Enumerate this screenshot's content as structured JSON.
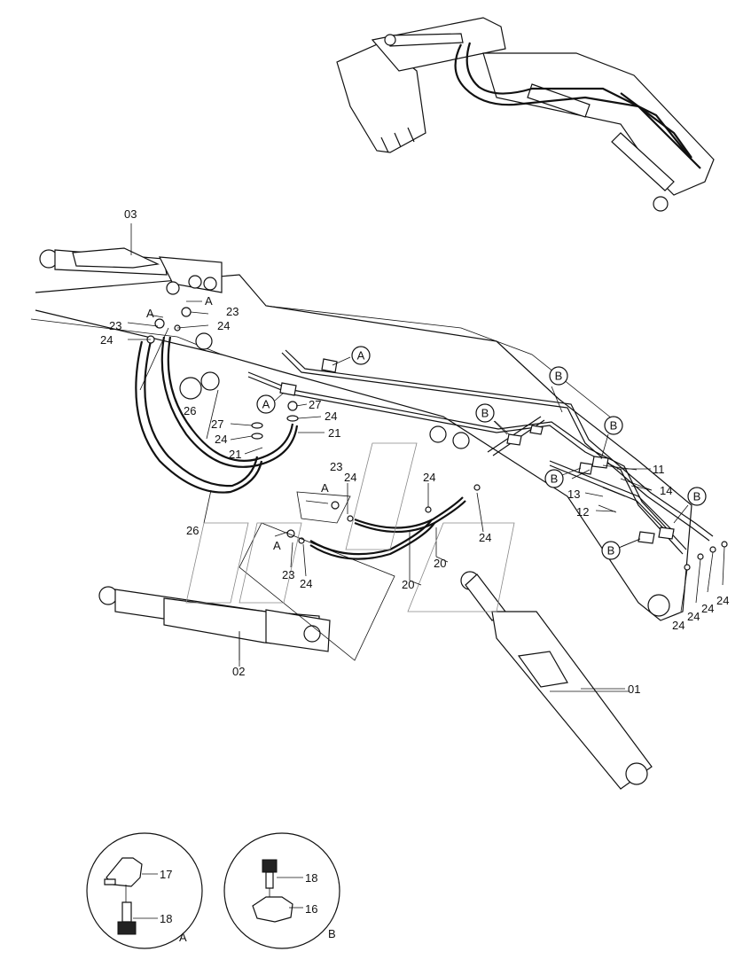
{
  "diagram": {
    "callouts": {
      "c03": "03",
      "c02": "02",
      "c01": "01",
      "c26a": "26",
      "c26b": "26",
      "c23a": "23",
      "c23b": "23",
      "c23c": "23",
      "c23d": "23",
      "c24a": "24",
      "c24b": "24",
      "c24c": "24",
      "c24d": "24",
      "c24e": "24",
      "c24f": "24",
      "c24g": "24",
      "c24h": "24",
      "c24i": "24",
      "c24j": "24",
      "c24k": "24",
      "c24l": "24",
      "c27a": "27",
      "c27b": "27",
      "c21a": "21",
      "c21b": "21",
      "c20a": "20",
      "c20b": "20",
      "c11": "11",
      "c12": "12",
      "c13": "13",
      "c14": "14",
      "c17": "17",
      "c18a": "18",
      "c18b": "18",
      "c16": "16"
    },
    "view_letters": {
      "a1": "A",
      "a2": "A",
      "a3": "A",
      "a4": "A",
      "a5": "A",
      "b1": "B",
      "b2": "B",
      "b3": "B",
      "b4": "B",
      "b5": "B"
    },
    "details": {
      "detail_a_label": "A",
      "detail_b_label": "B"
    }
  }
}
